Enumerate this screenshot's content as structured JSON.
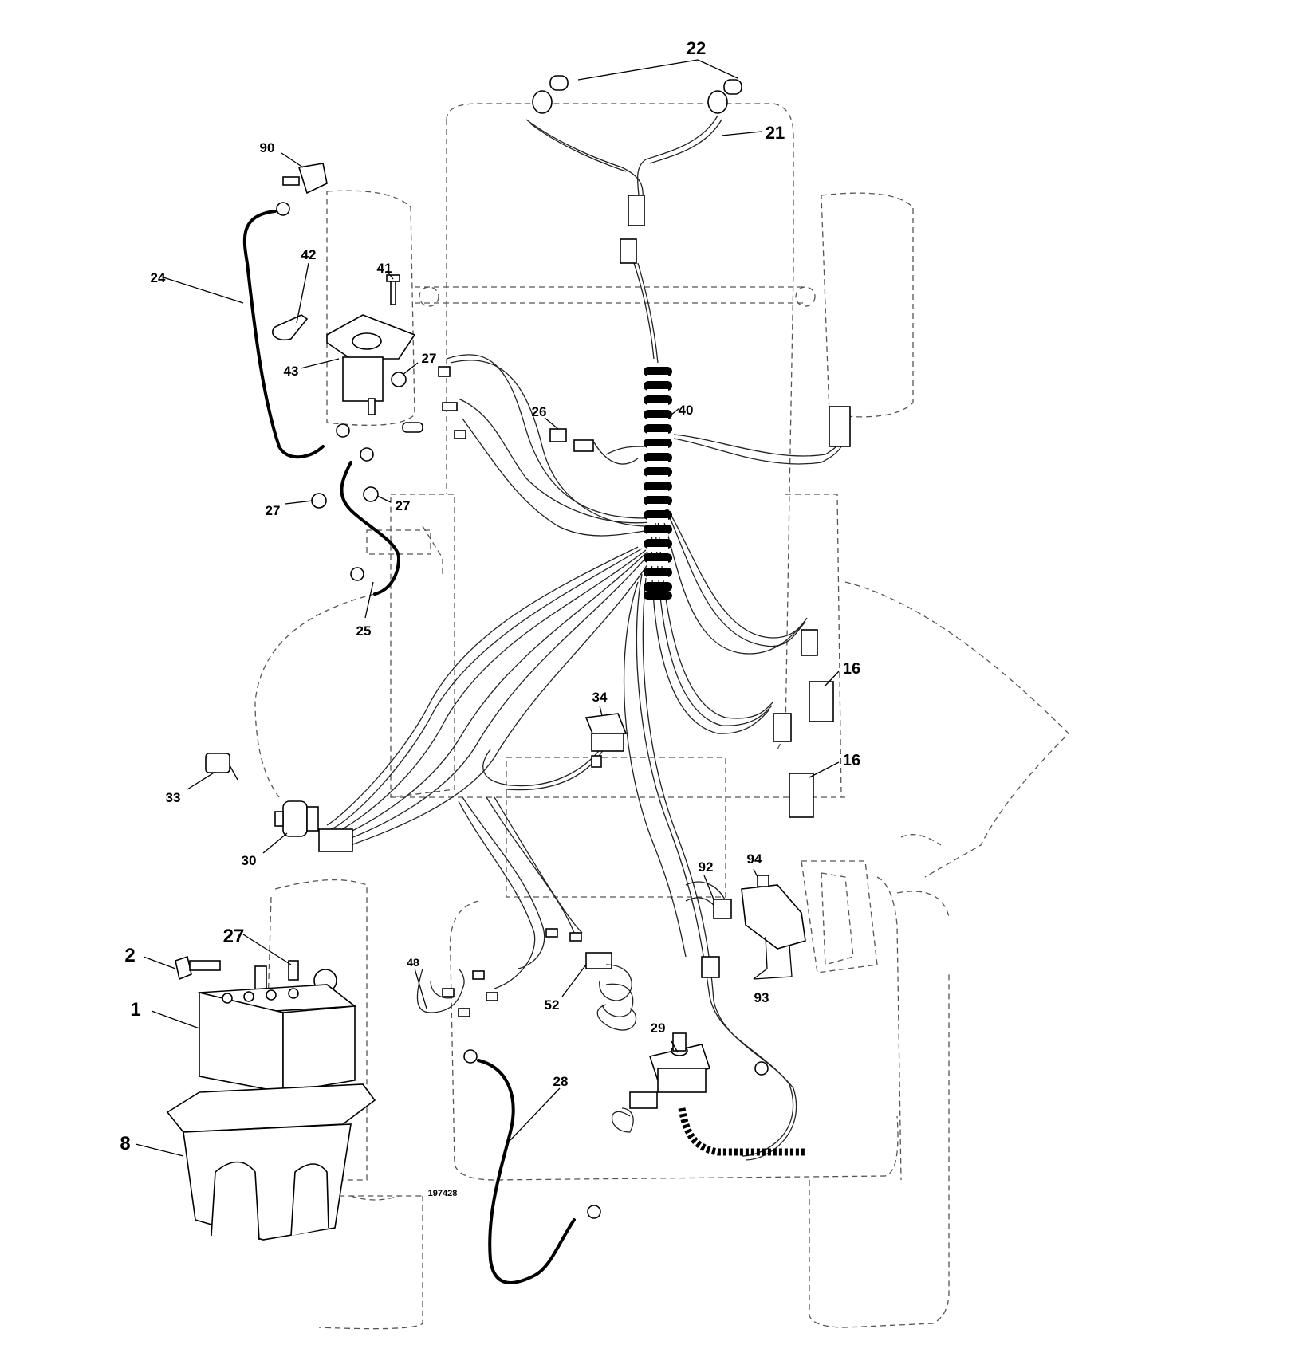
{
  "drawing_number": "197428",
  "callouts": [
    {
      "id": "c22",
      "label": "22"
    },
    {
      "id": "c21",
      "label": "21"
    },
    {
      "id": "c90",
      "label": "90"
    },
    {
      "id": "c24",
      "label": "24"
    },
    {
      "id": "c42",
      "label": "42"
    },
    {
      "id": "c41",
      "label": "41"
    },
    {
      "id": "c43",
      "label": "43"
    },
    {
      "id": "c27a",
      "label": "27"
    },
    {
      "id": "c26",
      "label": "26"
    },
    {
      "id": "c40",
      "label": "40"
    },
    {
      "id": "c27b",
      "label": "27"
    },
    {
      "id": "c27c",
      "label": "27"
    },
    {
      "id": "c25",
      "label": "25"
    },
    {
      "id": "c16a",
      "label": "16"
    },
    {
      "id": "c34",
      "label": "34"
    },
    {
      "id": "c16b",
      "label": "16"
    },
    {
      "id": "c33",
      "label": "33"
    },
    {
      "id": "c30",
      "label": "30"
    },
    {
      "id": "c92",
      "label": "92"
    },
    {
      "id": "c94",
      "label": "94"
    },
    {
      "id": "c27d",
      "label": "27"
    },
    {
      "id": "c2",
      "label": "2"
    },
    {
      "id": "c1",
      "label": "1"
    },
    {
      "id": "c48",
      "label": "48"
    },
    {
      "id": "c52",
      "label": "52"
    },
    {
      "id": "c93",
      "label": "93"
    },
    {
      "id": "c29",
      "label": "29"
    },
    {
      "id": "c28",
      "label": "28"
    },
    {
      "id": "c8",
      "label": "8"
    }
  ]
}
